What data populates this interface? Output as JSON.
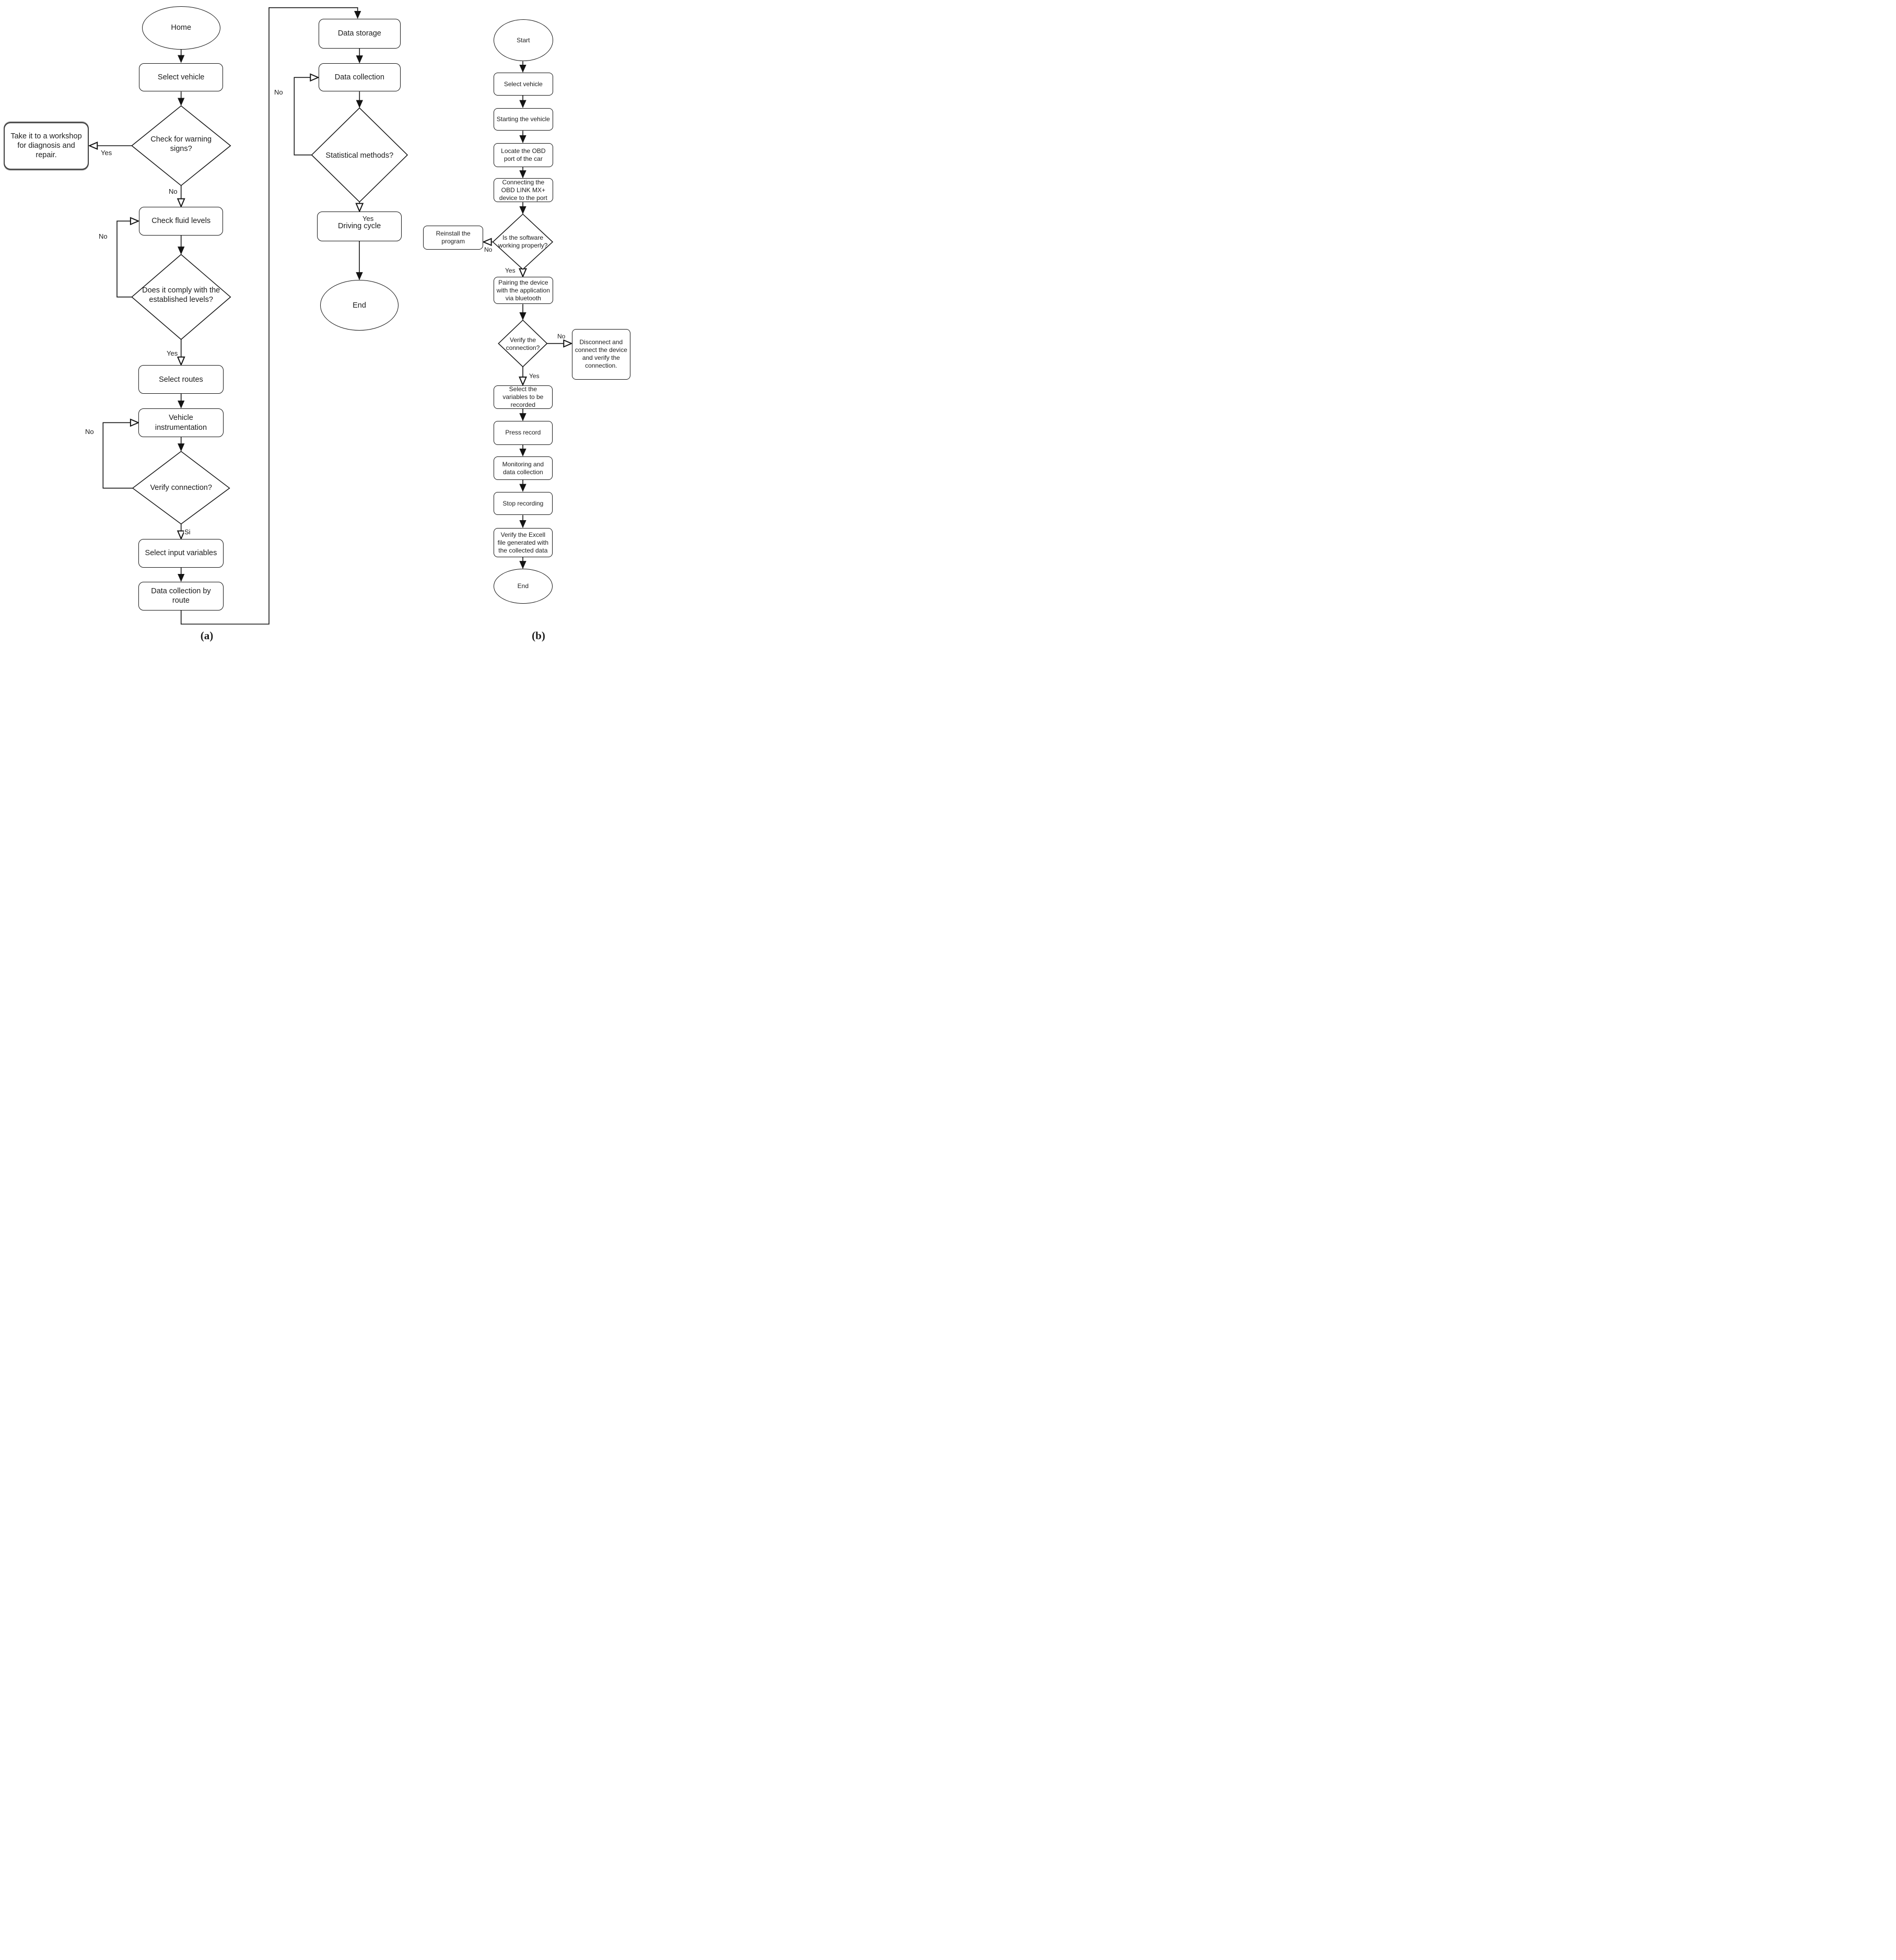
{
  "caption_a": "(a)",
  "caption_b": "(b)",
  "a": {
    "home": "Home",
    "select_vehicle": "Select vehicle",
    "check_warning": "Check for warning signs?",
    "workshop": "Take it to a workshop for diagnosis and repair.",
    "check_fluid": "Check fluid levels",
    "comply": "Does it comply with the established levels?",
    "select_routes": "Select routes",
    "vehicle_instrumentation": "Vehicle instrumentation",
    "verify_connection": "Verify connection?",
    "select_input": "Select input variables",
    "data_by_route": "Data collection by route",
    "data_storage": "Data storage",
    "data_collection": "Data collection",
    "statistical_methods": "Statistical methods?",
    "driving_cycle": "Driving cycle",
    "end": "End",
    "labels": {
      "warning_yes": "Yes",
      "warning_no": "No",
      "comply_no": "No",
      "comply_yes": "Yes",
      "verify_no": "No",
      "verify_si": "Si",
      "stat_no": "No",
      "stat_yes": "Yes"
    }
  },
  "b": {
    "start": "Start",
    "select_vehicle": "Select vehicle",
    "starting_vehicle": "Starting the vehicle",
    "locate_obd": "Locate the OBD port of the car",
    "connecting_obd": "Connecting the OBD LINK MX+ device to the port",
    "software_ok": "Is the software working properly?",
    "reinstall": "Reinstall the program",
    "pairing": "Pairing the device with the application via bluetooth",
    "verify_connection": "Verify the connection?",
    "disconnect": "Disconnect and connect the device and verify the connection.",
    "select_variables": "Select the variables to be recorded",
    "press_record": "Press record",
    "monitoring": "Monitoring and data collection",
    "stop_recording": "Stop recording",
    "verify_excel": "Verify the Excell file generated with the collected data",
    "end": "End",
    "labels": {
      "software_no": "No",
      "software_yes": "Yes",
      "conn_no": "No",
      "conn_yes": "Yes"
    }
  }
}
